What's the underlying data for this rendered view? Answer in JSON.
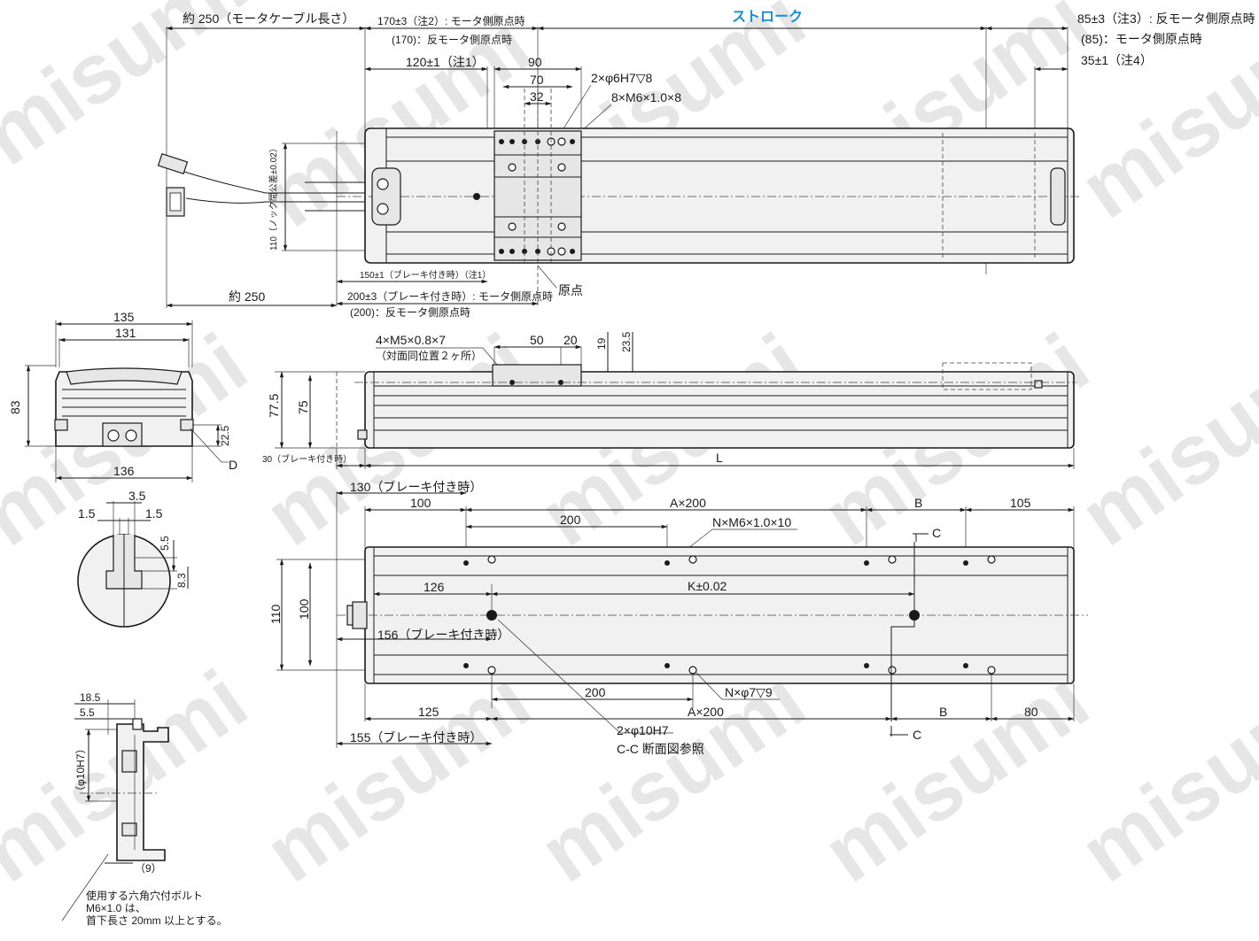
{
  "watermark": "misumi",
  "colors": {
    "stroke": "#1a1a1a",
    "accent": "#1a8fd0",
    "body_fill": "#f1f1f1",
    "watermark": "#e4e4e4"
  },
  "top_view": {
    "stroke_label": "ストローク",
    "cable_length": "約 250（モータケーブル長さ）",
    "motor_side_origin": "170±3（注2）: モータ側原点時",
    "anti_motor_side_origin": "(170)：反モータ側原点時",
    "dim_120": "120±1（注1）",
    "dim_90": "90",
    "dim_70": "70",
    "dim_32": "32",
    "pin_hole": "2×φ6H7▽8",
    "tap_hole": "8×M6×1.0×8",
    "right_origin_85": "85±3（注3）: 反モータ側原点時",
    "right_85_paren": "(85)：モータ側原点時",
    "right_35": "35±1（注4）",
    "rail_pitch_vertical": "110（ノック間公差±0.02）",
    "dim_150_brake": "150±1（ブレーキ付き時）（注1）",
    "dim_200_brake": "200±3（ブレーキ付き時）: モータ側原点時",
    "dim_200_anti": "(200)：反モータ側原点時",
    "about_250": "約 250",
    "origin_label": "原点"
  },
  "end_view": {
    "w135": "135",
    "w131": "131",
    "h83": "83",
    "w136": "136",
    "h22_5": "22.5",
    "d_label": "D"
  },
  "side_view": {
    "m5_tap": "4×M5×0.8×7",
    "m5_note": "（対面同位置２ヶ所）",
    "d50": "50",
    "d20": "20",
    "d19": "19",
    "d23_5": "23.5",
    "h77_5": "77.5",
    "h75": "75",
    "brake30": "30（ブレーキ付き時）",
    "L": "L"
  },
  "detail_d": {
    "d3_5": "3.5",
    "d1_5a": "1.5",
    "d1_5b": "1.5",
    "d5_5": "5.5",
    "d8_3": "8.3"
  },
  "section_cc": {
    "d18_5": "18.5",
    "d5_5": "5.5",
    "phi10": "（φ10H7）",
    "d9": "（9）",
    "note1": "使用する六角穴付ボルト",
    "note2": "M6×1.0 は、",
    "note3": "首下長さ 20mm 以上とする。"
  },
  "bottom_view": {
    "brake130": "130（ブレーキ付き時）",
    "d100": "100",
    "a200_top": "A×200",
    "b_top": "B",
    "d105": "105",
    "d200_top": "200",
    "n_m6": "N×M6×1.0×10",
    "c_top": "C",
    "h110": "110",
    "h100": "100",
    "d126": "126",
    "k002": "K±0.02",
    "brake156": "156（ブレーキ付き時）",
    "n_phi7": "N×φ7▽9",
    "d200_bottom": "200",
    "d125": "125",
    "a200_bottom": "A×200",
    "b_bottom": "B",
    "d80": "80",
    "brake155": "155（ブレーキ付き時）",
    "phi10_hole": "2×φ10H7",
    "cc_ref": "C-C 断面図参照",
    "c_bottom": "C"
  }
}
